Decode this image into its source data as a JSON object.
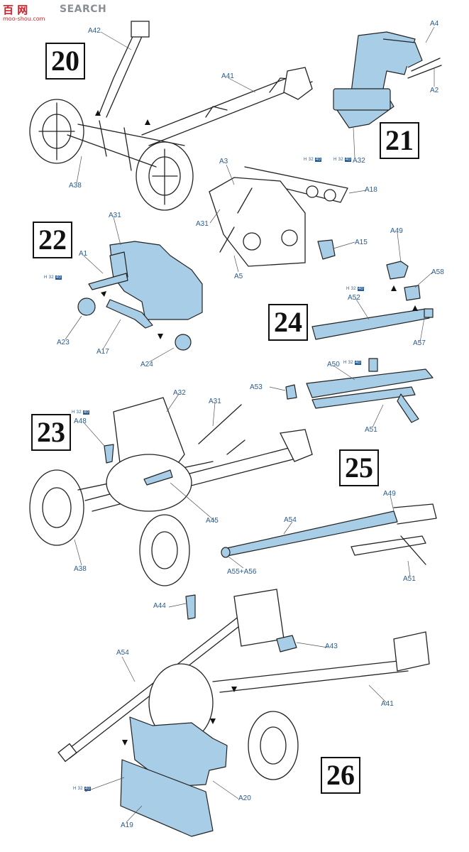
{
  "watermark": {
    "brand_glyphs": "百 网",
    "search": "SEARCH",
    "url": "moo-shou.com"
  },
  "steps": [
    {
      "number": "20",
      "labels": [
        "A42",
        "A41",
        "A38"
      ]
    },
    {
      "number": "21",
      "labels": [
        "A4",
        "A2",
        "A32"
      ]
    },
    {
      "number": "22",
      "labels": [
        "A31",
        "A1",
        "A23",
        "A17",
        "A24"
      ]
    },
    {
      "number": "23",
      "labels": [
        "A32",
        "A31",
        "A48",
        "A45",
        "A38"
      ]
    },
    {
      "number": "24",
      "labels": [
        "A3",
        "A18",
        "A31",
        "A15",
        "A5",
        "A49",
        "A58",
        "A52",
        "A57"
      ]
    },
    {
      "number": "25",
      "labels": [
        "A53",
        "A50",
        "A51",
        "A49",
        "A54",
        "A55+A56",
        "A51"
      ]
    },
    {
      "number": "26",
      "labels": [
        "A44",
        "A43",
        "A54",
        "A41",
        "A20",
        "A19"
      ]
    }
  ],
  "color_callout": {
    "code_prefix": "H",
    "code_a": "32",
    "code_b": "40"
  },
  "colors": {
    "part_fill": "#a8cde6",
    "label": "#2a5b8f",
    "line": "#222222"
  }
}
